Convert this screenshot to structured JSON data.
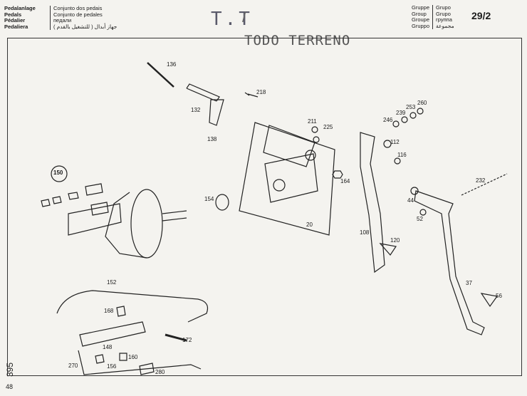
{
  "header": {
    "languages_left": [
      "Pedalanlage",
      "Pedals",
      "Pédalier",
      "Pedaliera"
    ],
    "languages_mid": [
      "Conjunto dos pedais",
      "Conjunto de pedales",
      "педали",
      "جهاز أبدال ( للتشغيل بالقدم )"
    ],
    "group_labels": [
      "Gruppe",
      "Group",
      "Groupe",
      "Gruppo"
    ],
    "group_translations": [
      "Grupo",
      "Grupo",
      "группа",
      "مجموعة"
    ],
    "group_number": "29/2"
  },
  "stamps": {
    "tt": "T.T",
    "mark": "/",
    "todo_terreno": "TODO TERRENO"
  },
  "page": {
    "side_number": "395",
    "footer_number": "48"
  },
  "parts": [
    {
      "no": "136"
    },
    {
      "no": "218"
    },
    {
      "no": "132"
    },
    {
      "no": "211"
    },
    {
      "no": "225"
    },
    {
      "no": "138"
    },
    {
      "no": "260"
    },
    {
      "no": "253"
    },
    {
      "no": "239"
    },
    {
      "no": "246"
    },
    {
      "no": "112"
    },
    {
      "no": "116"
    },
    {
      "no": "150"
    },
    {
      "no": "154"
    },
    {
      "no": "164"
    },
    {
      "no": "20"
    },
    {
      "no": "232"
    },
    {
      "no": "44"
    },
    {
      "no": "52"
    },
    {
      "no": "108"
    },
    {
      "no": "120"
    },
    {
      "no": "152"
    },
    {
      "no": "168"
    },
    {
      "no": "172"
    },
    {
      "no": "148"
    },
    {
      "no": "160"
    },
    {
      "no": "156"
    },
    {
      "no": "270"
    },
    {
      "no": "280"
    },
    {
      "no": "37"
    },
    {
      "no": "56"
    }
  ]
}
